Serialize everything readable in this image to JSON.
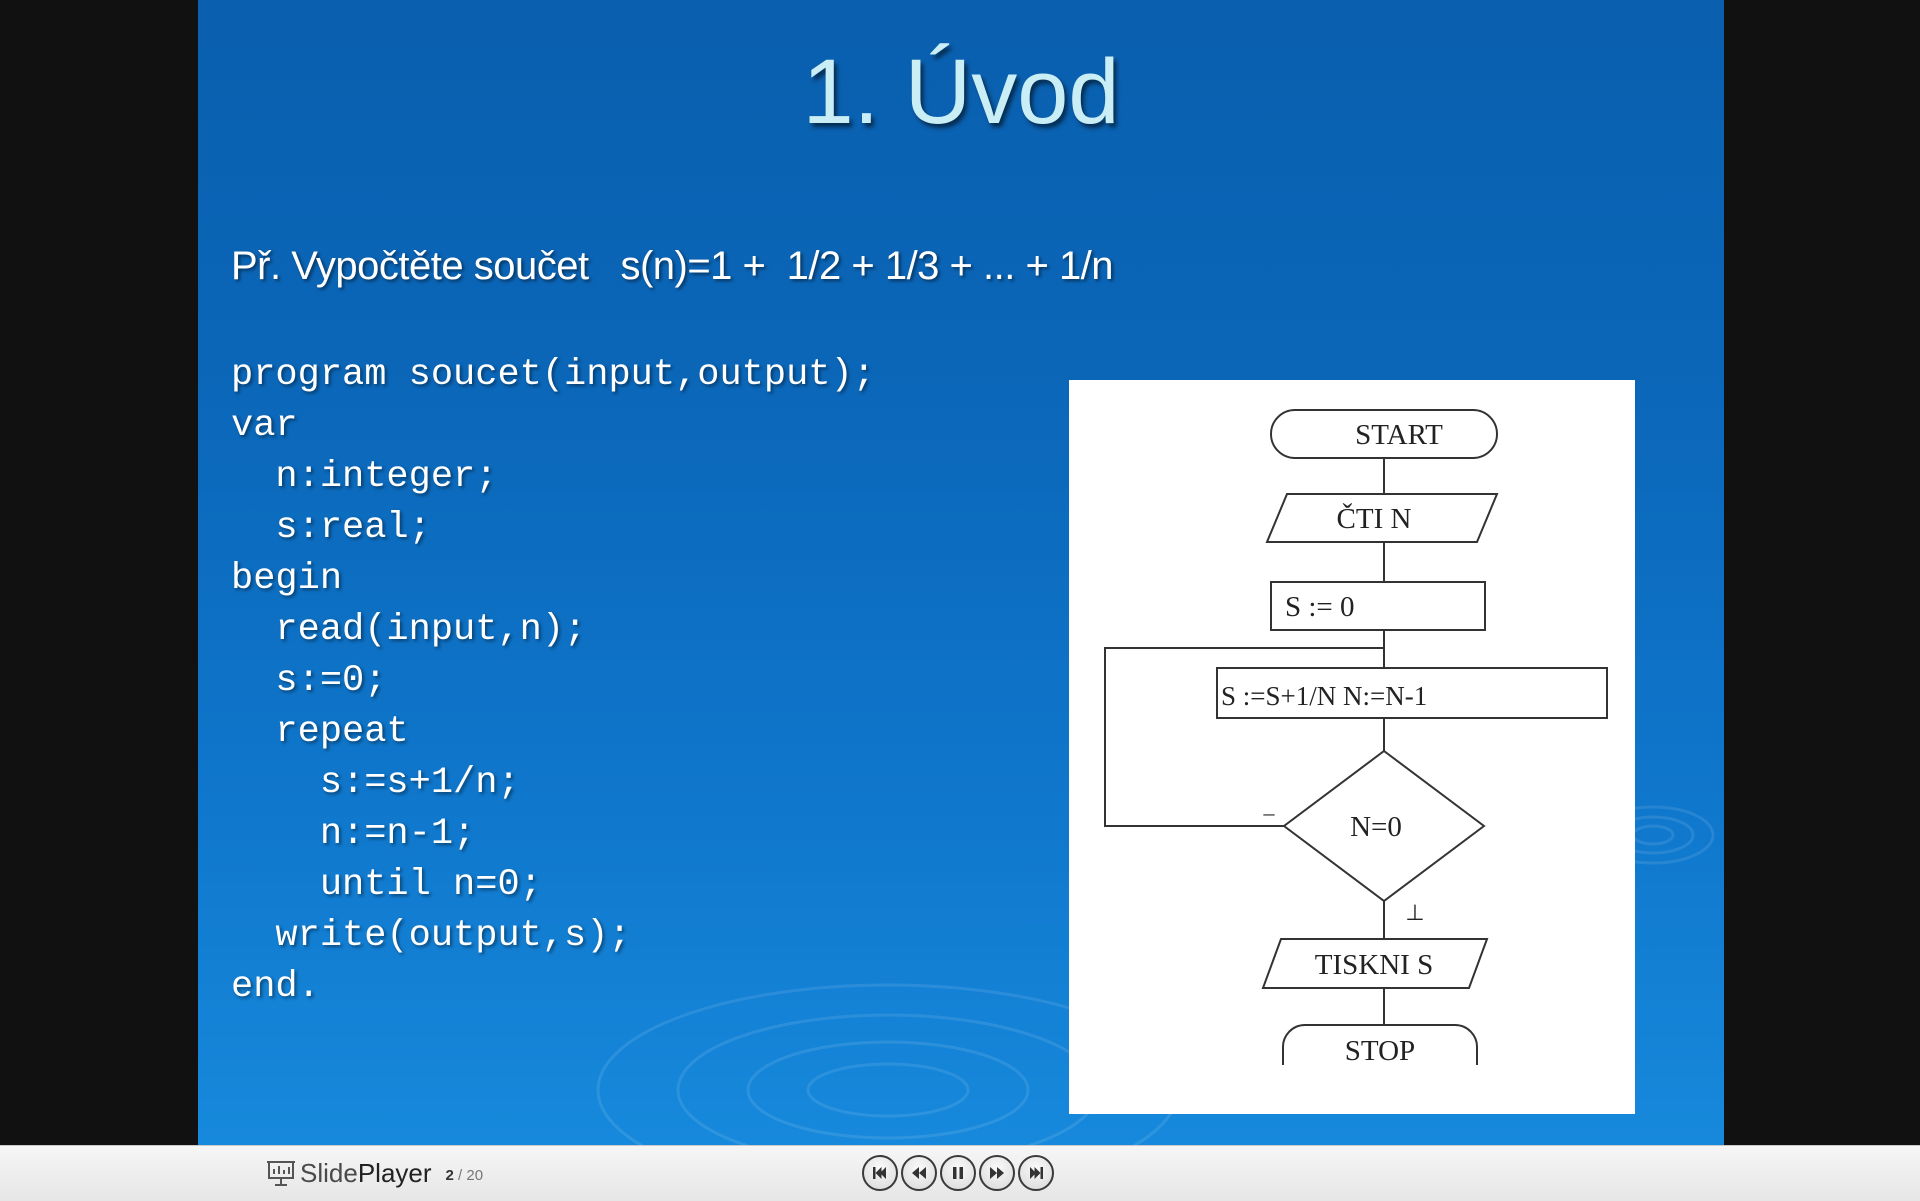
{
  "slide": {
    "title": "1. Úvod",
    "task": "Př. Vypočtěte součet   s(n)=1 +  1/2 + 1/3 + ... + 1/n",
    "code": [
      "program soucet(input,output);",
      "var",
      "  n:integer;",
      "  s:real;",
      "begin",
      "  read(input,n);",
      "  s:=0;",
      "  repeat",
      "    s:=s+1/n;",
      "    n:=n-1;",
      "    until n=0;",
      "  write(output,s);",
      "end."
    ],
    "flowchart": {
      "start": "START",
      "read": "ČTI N",
      "init": "S := 0",
      "body": "S :=S+1/N   N:=N-1",
      "condition": "N=0",
      "no_mark": "–",
      "yes_mark": "⊥",
      "print": "TISKNI S",
      "stop": "STOP"
    }
  },
  "player": {
    "brand_slide": "Slide",
    "brand_player": "Player",
    "page_current": "2",
    "page_total": "/ 20",
    "controls": {
      "first": "first-slide-icon",
      "previous": "previous-slide-icon",
      "pause": "pause-icon",
      "next": "next-slide-icon",
      "last": "last-slide-icon"
    }
  }
}
